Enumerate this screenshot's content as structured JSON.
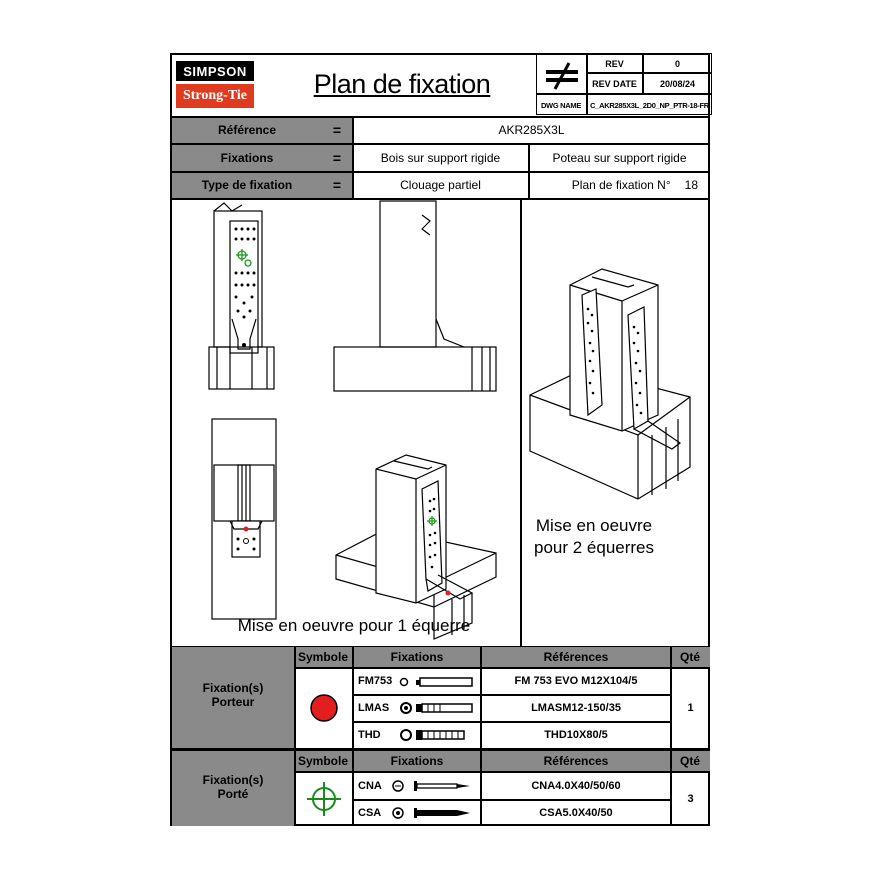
{
  "header": {
    "logo_top": "SIMPSON",
    "logo_bottom": "Strong-Tie",
    "title": "Plan de fixation",
    "rev_label": "REV",
    "rev_value": "0",
    "rev_date_label": "REV DATE",
    "rev_date_value": "20/08/24",
    "dwg_label": "DWG NAME",
    "dwg_value": "C_AKR285X3L_2D0_NP_PTR-18-FR"
  },
  "info": {
    "reference_label": "Référence",
    "reference_value": "AKR285X3L",
    "fixations_label": "Fixations",
    "fixations_left": "Bois sur support rigide",
    "fixations_right": "Poteau sur support rigide",
    "type_label": "Type de fixation",
    "type_value": "Clouage partiel",
    "plan_label": "Plan de fixation N°",
    "plan_number": "18",
    "equals": "="
  },
  "drawing": {
    "caption_one": "Mise en oeuvre pour 1 équerre",
    "caption_two_line1": "Mise en oeuvre",
    "caption_two_line2": "pour 2 équerres"
  },
  "porteur": {
    "label_line1": "Fixation(s)",
    "label_line2": "Porteur",
    "symbole_header": "Symbole",
    "fixations_header": "Fixations",
    "references_header": "Références",
    "qte_header": "Qté",
    "symbol_color": "#e41e1e",
    "rows": [
      {
        "code": "FM753",
        "reference": "FM 753 EVO M12X104/5"
      },
      {
        "code": "LMAS",
        "reference": "LMASM12-150/35"
      },
      {
        "code": "THD",
        "reference": "THD10X80/5"
      }
    ],
    "qty": "1"
  },
  "porte": {
    "label_line1": "Fixation(s)",
    "label_line2": "Porté",
    "symbole_header": "Symbole",
    "fixations_header": "Fixations",
    "references_header": "Références",
    "qte_header": "Qté",
    "symbol_color": "#1a8a1a",
    "rows": [
      {
        "code": "CNA",
        "reference": "CNA4.0X40/50/60"
      },
      {
        "code": "CSA",
        "reference": "CSA5.0X40/50"
      }
    ],
    "qty": "3"
  },
  "colors": {
    "gray": "#8a8a8a",
    "logo_red": "#e03a1f",
    "nail_green": "#1a9a1a",
    "anchor_red": "#e41e1e"
  }
}
